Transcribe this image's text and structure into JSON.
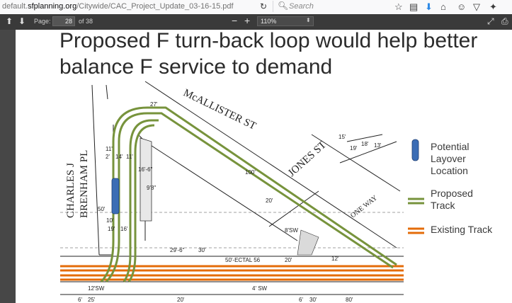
{
  "browser": {
    "url_prefix": "default.",
    "url_domain": "sfplanning.org",
    "url_path": "/Citywide/CAC_Project_Update_03-16-15.pdf",
    "search_placeholder": "Search"
  },
  "pdf_toolbar": {
    "page_label": "Page:",
    "page_current": "28",
    "page_total": "of 38",
    "zoom": "110%"
  },
  "slide": {
    "title_line1": "Proposed F turn-back loop would help better",
    "title_line2": "balance F service to demand",
    "legend": {
      "layover_line1": "Potential",
      "layover_line2": "Layover",
      "layover_line3": "Location",
      "proposed_line1": "Proposed",
      "proposed_line2": "Track",
      "existing": "Existing Track"
    },
    "colors": {
      "layover": "#3b6db5",
      "proposed": "#77933c",
      "existing": "#e46c0a"
    },
    "map_labels": {
      "street_mcallister": "McALLISTER ST",
      "street_jones": "JONES ST",
      "street_charles": "CHARLES J",
      "street_brenham": "BRENHAM PL",
      "one_way": "ONE WAY",
      "dim_27": "27'",
      "dim_11": "11'",
      "dim_2": "2'",
      "dim_14": "14'",
      "dim_11b": "11'",
      "dim_16": "16'-6\"",
      "dim_98": "9'8\"",
      "dim_50": "50'",
      "dim_10": "10'",
      "dim_19": "19'",
      "dim_16b": "16'",
      "dim_29_6": "29'-6\"",
      "dim_30": "30'",
      "dim_50_ectal": "50'-ECTAL 56",
      "dim_20": "20'",
      "dim_100": "100'",
      "dim_20b": "20'",
      "dim_12": "12'",
      "dim_8sw": "8'SW",
      "dim_12sw": "12'SW",
      "dim_25": "25'",
      "dim_20c": "20'",
      "dim_4sw": "4' SW",
      "dim_30b": "30'",
      "dim_80": "80'",
      "dim_6": "6'",
      "dim_6b": "6'",
      "dim_15": "15'",
      "dim_19b": "19'",
      "dim_18": "18'",
      "dim_13": "13'"
    }
  }
}
